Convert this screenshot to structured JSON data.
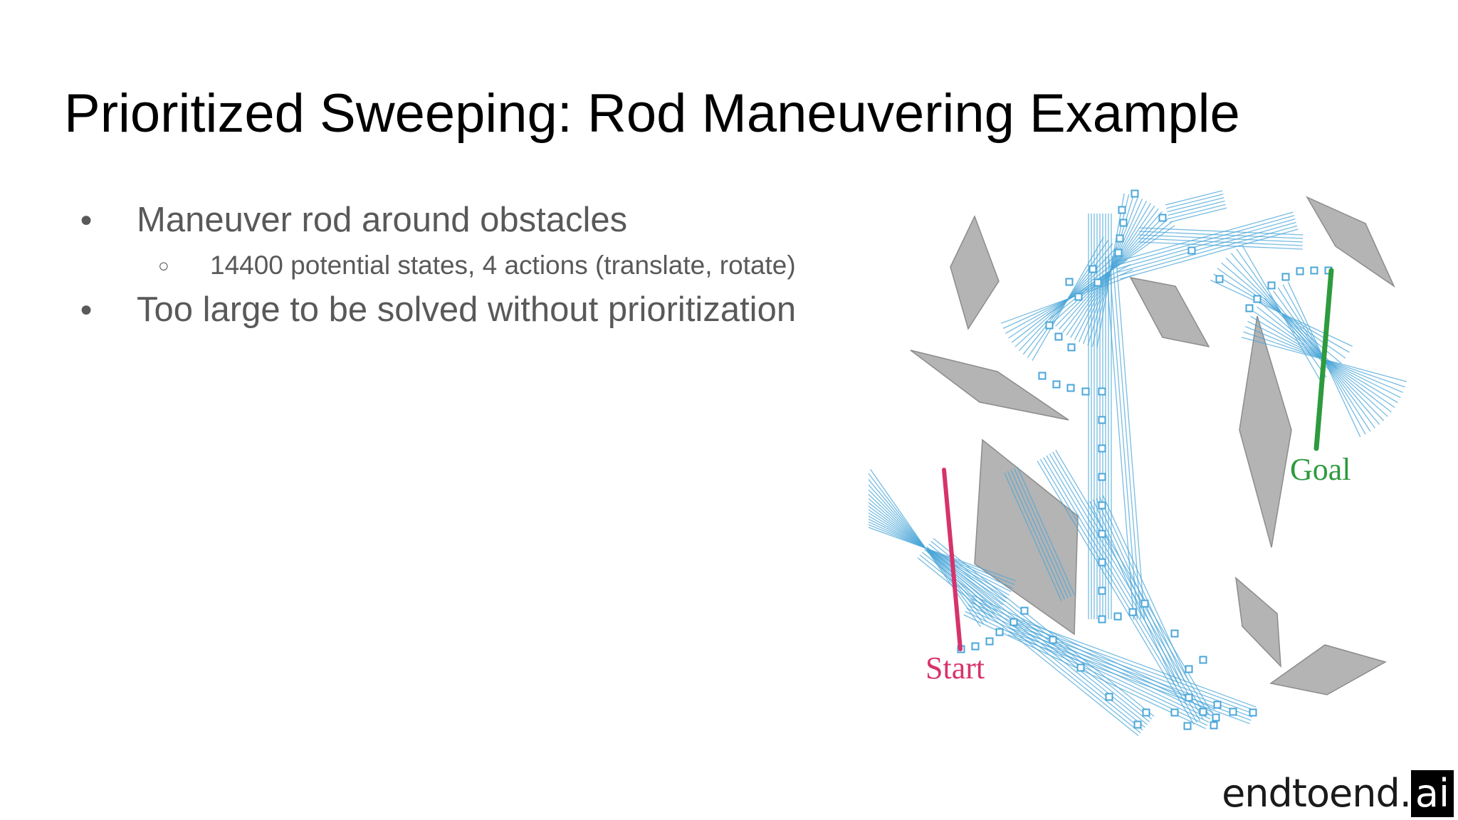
{
  "slide": {
    "title": "Prioritized Sweeping: Rod Maneuvering Example",
    "bullets": [
      {
        "marker": "●",
        "text": "Maneuver rod around obstacles"
      },
      {
        "marker": "○",
        "text": "14400 potential states, 4 actions (translate, rotate)"
      },
      {
        "marker": "●",
        "text": "Too large to be solved without prioritization"
      }
    ]
  },
  "diagram": {
    "start_label": "Start",
    "goal_label": "Goal",
    "colors": {
      "obstacle": "#b4b4b4",
      "obstacle_stroke": "#8c8c8c",
      "path": "#4aa6d8",
      "start": "#d6336c",
      "goal": "#2e9a3e"
    }
  },
  "branding": {
    "main": "endtoend.",
    "suffix": "ai"
  }
}
